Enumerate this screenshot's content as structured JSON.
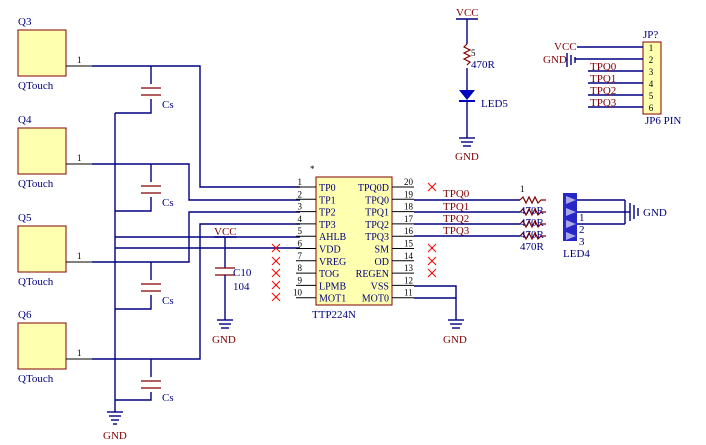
{
  "qtouch": [
    {
      "ref": "Q3",
      "name": "QTouch",
      "pin": "1"
    },
    {
      "ref": "Q4",
      "name": "QTouch",
      "pin": "1"
    },
    {
      "ref": "Q5",
      "name": "QTouch",
      "pin": "1"
    },
    {
      "ref": "Q6",
      "name": "QTouch",
      "pin": "1"
    }
  ],
  "cap_label": "Cs",
  "ic": {
    "designator": "*",
    "part": "TTP224N",
    "left_pins": [
      {
        "num": "1",
        "name": "TP0"
      },
      {
        "num": "2",
        "name": "TP1"
      },
      {
        "num": "3",
        "name": "TP2"
      },
      {
        "num": "4",
        "name": "TP3"
      },
      {
        "num": "5",
        "name": "AHLB"
      },
      {
        "num": "6",
        "name": "VDD"
      },
      {
        "num": "7",
        "name": "VREG"
      },
      {
        "num": "8",
        "name": "TOG"
      },
      {
        "num": "9",
        "name": "LPMB"
      },
      {
        "num": "10",
        "name": "MOT1"
      }
    ],
    "right_pins": [
      {
        "num": "20",
        "name": "TPQ0D"
      },
      {
        "num": "19",
        "name": "TPQ0"
      },
      {
        "num": "18",
        "name": "TPQ1"
      },
      {
        "num": "17",
        "name": "TPQ2"
      },
      {
        "num": "16",
        "name": "TPQ3"
      },
      {
        "num": "15",
        "name": "SM"
      },
      {
        "num": "14",
        "name": "OD"
      },
      {
        "num": "13",
        "name": "REGEN"
      },
      {
        "num": "12",
        "name": "VSS"
      },
      {
        "num": "11",
        "name": "MOT0"
      }
    ]
  },
  "c10": {
    "ref": "C10",
    "value": "104",
    "vcc": "VCC",
    "gnd": "GND"
  },
  "led5": {
    "vcc": "VCC",
    "res_pin": "5",
    "res_value": "470R",
    "ref": "LED5",
    "gnd": "GND"
  },
  "jp": {
    "ref": "JP?",
    "part": "JP6 PIN",
    "vcc": "VCC",
    "gnd": "GND",
    "pins": [
      "1",
      "2",
      "3",
      "4",
      "5",
      "6"
    ],
    "nets": [
      "TPQ0",
      "TPQ1",
      "TPQ2",
      "TPQ3"
    ]
  },
  "out_nets": [
    "TPQ0",
    "TPQ1",
    "TPQ2",
    "TPQ3"
  ],
  "res": {
    "pin": "1",
    "values": [
      "470R",
      "470R",
      "470R",
      "470R"
    ]
  },
  "led4": {
    "ref": "LED4",
    "pins": [
      "1",
      "2",
      "3"
    ],
    "gnd": "GND"
  },
  "gnd_labels": [
    "GND",
    "GND",
    "GND"
  ]
}
